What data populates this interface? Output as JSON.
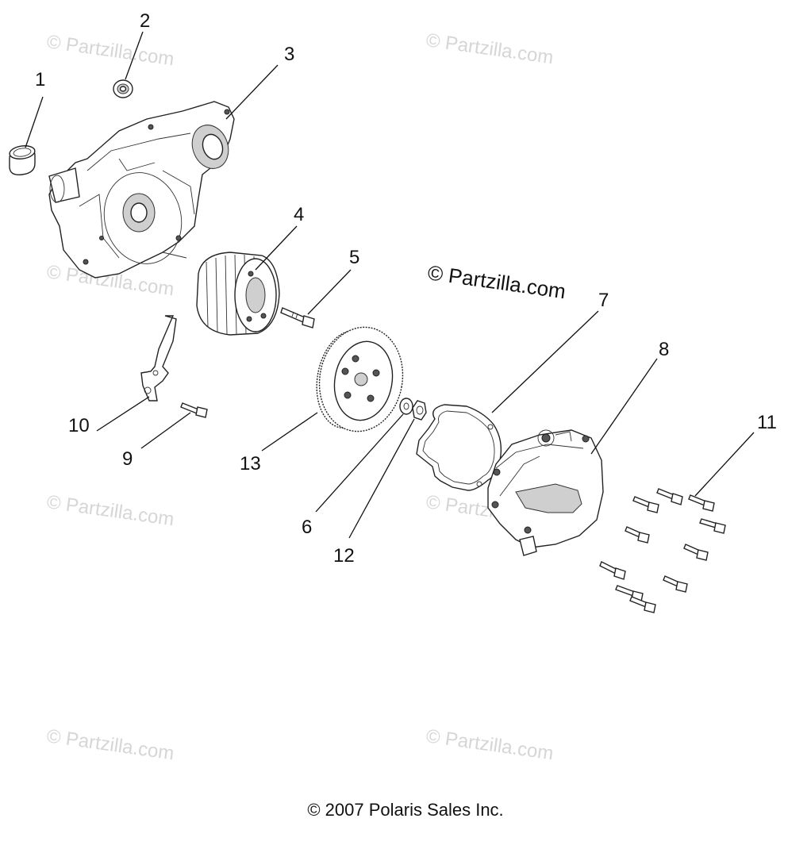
{
  "diagram": {
    "callouts": [
      "1",
      "2",
      "3",
      "4",
      "5",
      "6",
      "7",
      "8",
      "9",
      "10",
      "11",
      "12",
      "13"
    ],
    "watermark": "© Partzilla.com",
    "watermark_main": "© Partzilla.com",
    "copyright": "© 2007 Polaris Sales Inc."
  }
}
